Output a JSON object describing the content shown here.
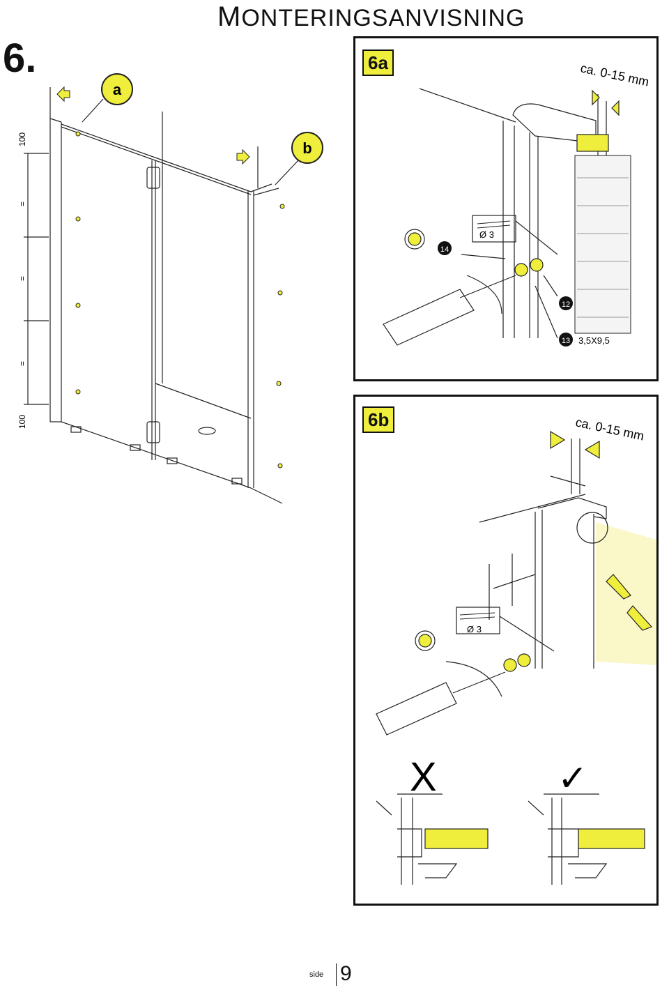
{
  "header": {
    "title_first": "M",
    "title_rest": "ONTERINGSANVISNING",
    "step": "6."
  },
  "overview": {
    "callout_a": "a",
    "callout_b": "b",
    "dim_top": "100",
    "dim_bottom": "100",
    "dim_equal": "="
  },
  "panel_6a": {
    "tag": "6a",
    "tolerance": "ca. 0-15 mm",
    "drill": "Ø 3",
    "part_14": "14",
    "part_12": "12",
    "part_13": "13",
    "screw_size": "3,5X9,5"
  },
  "panel_6b": {
    "tag": "6b",
    "tolerance": "ca. 0-15 mm",
    "drill": "Ø 3",
    "wrong_mark": "X",
    "right_mark": "✓"
  },
  "footer": {
    "label": "side",
    "page": "9"
  },
  "colors": {
    "highlight": "#f0ee3c",
    "line": "#111111"
  }
}
